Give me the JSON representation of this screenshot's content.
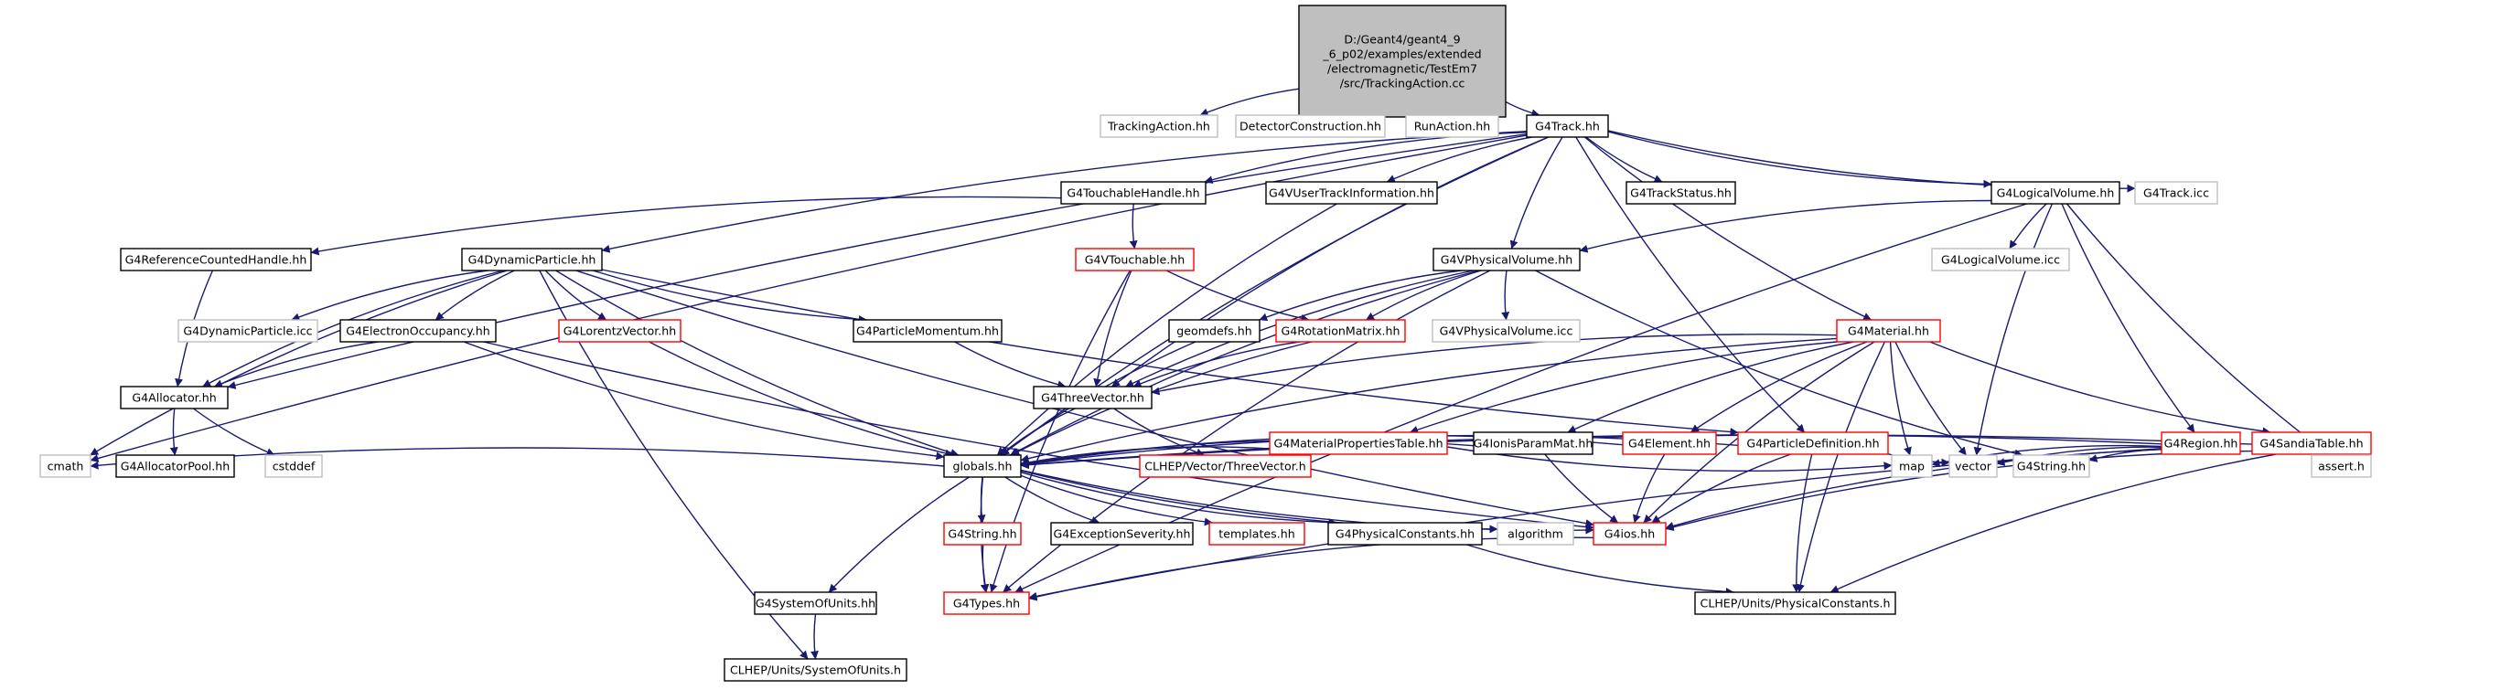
{
  "colors": {
    "edge": "#191970",
    "main_fill": "#bfbfbf",
    "documented": "#000000",
    "undocumented": "#ff0000",
    "system": "#bfbfbf"
  },
  "nodes": {
    "root": {
      "label": "D:/Geant4/geant4_9\n_6_p02/examples/extended\n/electromagnetic/TestEm7\n/src/TrackingAction.cc",
      "kind": "main"
    },
    "tracking_action": {
      "label": "TrackingAction.hh",
      "kind": "system"
    },
    "detector_construction": {
      "label": "DetectorConstruction.hh",
      "kind": "system"
    },
    "run_action": {
      "label": "RunAction.hh",
      "kind": "system"
    },
    "g4track": {
      "label": "G4Track.hh",
      "kind": "documented"
    },
    "g4touchablehandle": {
      "label": "G4TouchableHandle.hh",
      "kind": "documented"
    },
    "g4vusertrackinformation": {
      "label": "G4VUserTrackInformation.hh",
      "kind": "documented"
    },
    "g4trackstatus": {
      "label": "G4TrackStatus.hh",
      "kind": "documented"
    },
    "g4logicalvolume": {
      "label": "G4LogicalVolume.hh",
      "kind": "documented"
    },
    "g4track_icc": {
      "label": "G4Track.icc",
      "kind": "system"
    },
    "g4referencecountedhandle": {
      "label": "G4ReferenceCountedHandle.hh",
      "kind": "documented"
    },
    "g4dynamicparticle": {
      "label": "G4DynamicParticle.hh",
      "kind": "documented"
    },
    "g4vtouchable": {
      "label": "G4VTouchable.hh",
      "kind": "undocumented"
    },
    "g4vphysicalvolume": {
      "label": "G4VPhysicalVolume.hh",
      "kind": "documented"
    },
    "g4logicalvolume_icc": {
      "label": "G4LogicalVolume.icc",
      "kind": "system"
    },
    "g4dynamicparticle_icc": {
      "label": "G4DynamicParticle.icc",
      "kind": "system"
    },
    "g4electronoccupancy": {
      "label": "G4ElectronOccupancy.hh",
      "kind": "documented"
    },
    "g4lorentzvector": {
      "label": "G4LorentzVector.hh",
      "kind": "undocumented"
    },
    "g4particlemomentum": {
      "label": "G4ParticleMomentum.hh",
      "kind": "documented"
    },
    "geomdefs": {
      "label": "geomdefs.hh",
      "kind": "documented"
    },
    "g4rotationmatrix": {
      "label": "G4RotationMatrix.hh",
      "kind": "undocumented"
    },
    "g4vphysicalvolume_icc": {
      "label": "G4VPhysicalVolume.icc",
      "kind": "system"
    },
    "g4material": {
      "label": "G4Material.hh",
      "kind": "undocumented"
    },
    "g4allocator": {
      "label": "G4Allocator.hh",
      "kind": "documented"
    },
    "g4threevector": {
      "label": "G4ThreeVector.hh",
      "kind": "documented"
    },
    "g4materialpropertiestable": {
      "label": "G4MaterialPropertiesTable.hh",
      "kind": "undocumented"
    },
    "g4ionisparammat": {
      "label": "G4IonisParamMat.hh",
      "kind": "documented"
    },
    "g4element": {
      "label": "G4Element.hh",
      "kind": "undocumented"
    },
    "g4particledefinition": {
      "label": "G4ParticleDefinition.hh",
      "kind": "undocumented"
    },
    "g4region": {
      "label": "G4Region.hh",
      "kind": "undocumented"
    },
    "g4sandiatable": {
      "label": "G4SandiaTable.hh",
      "kind": "undocumented"
    },
    "cmath": {
      "label": "cmath",
      "kind": "system"
    },
    "g4allocatorpool": {
      "label": "G4AllocatorPool.hh",
      "kind": "documented"
    },
    "cstddef": {
      "label": "cstddef",
      "kind": "system"
    },
    "globals": {
      "label": "globals.hh",
      "kind": "documented"
    },
    "clhep_threevector": {
      "label": "CLHEP/Vector/ThreeVector.h",
      "kind": "undocumented"
    },
    "map": {
      "label": "map",
      "kind": "system"
    },
    "vector": {
      "label": "vector",
      "kind": "system"
    },
    "g4string_sys": {
      "label": "G4String.hh",
      "kind": "system"
    },
    "assert": {
      "label": "assert.h",
      "kind": "system"
    },
    "g4string": {
      "label": "G4String.hh",
      "kind": "undocumented"
    },
    "g4exceptionseverity": {
      "label": "G4ExceptionSeverity.hh",
      "kind": "documented"
    },
    "templates": {
      "label": "templates.hh",
      "kind": "undocumented"
    },
    "g4physicalconstants": {
      "label": "G4PhysicalConstants.hh",
      "kind": "documented"
    },
    "algorithm": {
      "label": "algorithm",
      "kind": "system"
    },
    "g4ios": {
      "label": "G4ios.hh",
      "kind": "undocumented"
    },
    "g4systemofunits": {
      "label": "G4SystemOfUnits.hh",
      "kind": "documented"
    },
    "g4types": {
      "label": "G4Types.hh",
      "kind": "undocumented"
    },
    "clhep_physicalconstants": {
      "label": "CLHEP/Units/PhysicalConstants.h",
      "kind": "documented"
    },
    "clhep_systemofunits": {
      "label": "CLHEP/Units/SystemOfUnits.h",
      "kind": "documented"
    }
  },
  "edges": [
    [
      "root",
      "tracking_action"
    ],
    [
      "root",
      "detector_construction"
    ],
    [
      "root",
      "run_action"
    ],
    [
      "root",
      "g4track"
    ],
    [
      "g4track",
      "g4touchablehandle"
    ],
    [
      "g4track",
      "g4vusertrackinformation"
    ],
    [
      "g4track",
      "g4trackstatus"
    ],
    [
      "g4track",
      "g4logicalvolume"
    ],
    [
      "g4track",
      "g4track_icc"
    ],
    [
      "g4track",
      "g4dynamicparticle"
    ],
    [
      "g4track",
      "g4vphysicalvolume"
    ],
    [
      "g4track",
      "g4material"
    ],
    [
      "g4track",
      "g4allocator"
    ],
    [
      "g4track",
      "cmath"
    ],
    [
      "g4track",
      "g4threevector"
    ],
    [
      "g4track",
      "globals"
    ],
    [
      "g4track",
      "g4particledefinition"
    ],
    [
      "g4touchablehandle",
      "g4referencecountedhandle"
    ],
    [
      "g4touchablehandle",
      "g4vtouchable"
    ],
    [
      "g4vusertrackinformation",
      "globals"
    ],
    [
      "g4logicalvolume",
      "g4vphysicalvolume"
    ],
    [
      "g4logicalvolume",
      "g4logicalvolume_icc"
    ],
    [
      "g4logicalvolume",
      "g4region"
    ],
    [
      "g4logicalvolume",
      "vector"
    ],
    [
      "g4logicalvolume",
      "assert"
    ],
    [
      "g4logicalvolume",
      "g4types"
    ],
    [
      "g4referencecountedhandle",
      "g4allocator"
    ],
    [
      "g4dynamicparticle",
      "g4dynamicparticle_icc"
    ],
    [
      "g4dynamicparticle",
      "g4electronoccupancy"
    ],
    [
      "g4dynamicparticle",
      "g4lorentzvector"
    ],
    [
      "g4dynamicparticle",
      "g4particlemomentum"
    ],
    [
      "g4dynamicparticle",
      "g4allocator"
    ],
    [
      "g4dynamicparticle",
      "cmath"
    ],
    [
      "g4dynamicparticle",
      "globals"
    ],
    [
      "g4dynamicparticle",
      "g4particledefinition"
    ],
    [
      "g4dynamicparticle",
      "clhep_systemofunits"
    ],
    [
      "g4dynamicparticle",
      "g4ios"
    ],
    [
      "g4vtouchable",
      "g4rotationmatrix"
    ],
    [
      "g4vtouchable",
      "g4threevector"
    ],
    [
      "g4vtouchable",
      "g4types"
    ],
    [
      "g4vphysicalvolume",
      "geomdefs"
    ],
    [
      "g4vphysicalvolume",
      "g4rotationmatrix"
    ],
    [
      "g4vphysicalvolume",
      "g4vphysicalvolume_icc"
    ],
    [
      "g4vphysicalvolume",
      "g4threevector"
    ],
    [
      "g4vphysicalvolume",
      "g4string_sys"
    ],
    [
      "g4vphysicalvolume",
      "g4types"
    ],
    [
      "g4vphysicalvolume",
      "globals"
    ],
    [
      "g4electronoccupancy",
      "g4allocator"
    ],
    [
      "g4electronoccupancy",
      "globals"
    ],
    [
      "g4electronoccupancy",
      "g4ios"
    ],
    [
      "g4lorentzvector",
      "globals"
    ],
    [
      "g4particlemomentum",
      "g4threevector"
    ],
    [
      "geomdefs",
      "globals"
    ],
    [
      "g4rotationmatrix",
      "g4threevector"
    ],
    [
      "g4rotationmatrix",
      "globals"
    ],
    [
      "g4material",
      "g4materialpropertiestable"
    ],
    [
      "g4material",
      "g4ionisparammat"
    ],
    [
      "g4material",
      "g4element"
    ],
    [
      "g4material",
      "g4sandiatable"
    ],
    [
      "g4material",
      "g4threevector"
    ],
    [
      "g4material",
      "globals"
    ],
    [
      "g4material",
      "vector"
    ],
    [
      "g4material",
      "map"
    ],
    [
      "g4material",
      "g4ios"
    ],
    [
      "g4material",
      "clhep_physicalconstants"
    ],
    [
      "g4allocator",
      "g4allocatorpool"
    ],
    [
      "g4allocator",
      "cstddef"
    ],
    [
      "g4threevector",
      "clhep_threevector"
    ],
    [
      "g4threevector",
      "globals"
    ],
    [
      "g4materialpropertiestable",
      "map"
    ],
    [
      "g4materialpropertiestable",
      "globals"
    ],
    [
      "g4ionisparammat",
      "globals"
    ],
    [
      "g4ionisparammat",
      "g4ios"
    ],
    [
      "g4element",
      "globals"
    ],
    [
      "g4element",
      "g4ios"
    ],
    [
      "g4particledefinition",
      "globals"
    ],
    [
      "g4particledefinition",
      "vector"
    ],
    [
      "g4particledefinition",
      "g4ios"
    ],
    [
      "g4particledefinition",
      "clhep_physicalconstants"
    ],
    [
      "g4region",
      "map"
    ],
    [
      "g4region",
      "vector"
    ],
    [
      "g4region",
      "g4string_sys"
    ],
    [
      "g4region",
      "globals"
    ],
    [
      "g4region",
      "g4ios"
    ],
    [
      "g4region",
      "g4types"
    ],
    [
      "g4sandiatable",
      "globals"
    ],
    [
      "g4sandiatable",
      "assert"
    ],
    [
      "g4sandiatable",
      "g4ios"
    ],
    [
      "g4sandiatable",
      "clhep_physicalconstants"
    ],
    [
      "globals",
      "cmath"
    ],
    [
      "globals",
      "g4string"
    ],
    [
      "globals",
      "g4exceptionseverity"
    ],
    [
      "globals",
      "templates"
    ],
    [
      "globals",
      "g4physicalconstants"
    ],
    [
      "globals",
      "algorithm"
    ],
    [
      "globals",
      "g4ios"
    ],
    [
      "globals",
      "g4systemofunits"
    ],
    [
      "globals",
      "g4types"
    ],
    [
      "g4string",
      "g4types"
    ],
    [
      "g4physicalconstants",
      "clhep_physicalconstants"
    ],
    [
      "g4ios",
      "g4types"
    ],
    [
      "g4systemofunits",
      "clhep_systemofunits"
    ]
  ]
}
